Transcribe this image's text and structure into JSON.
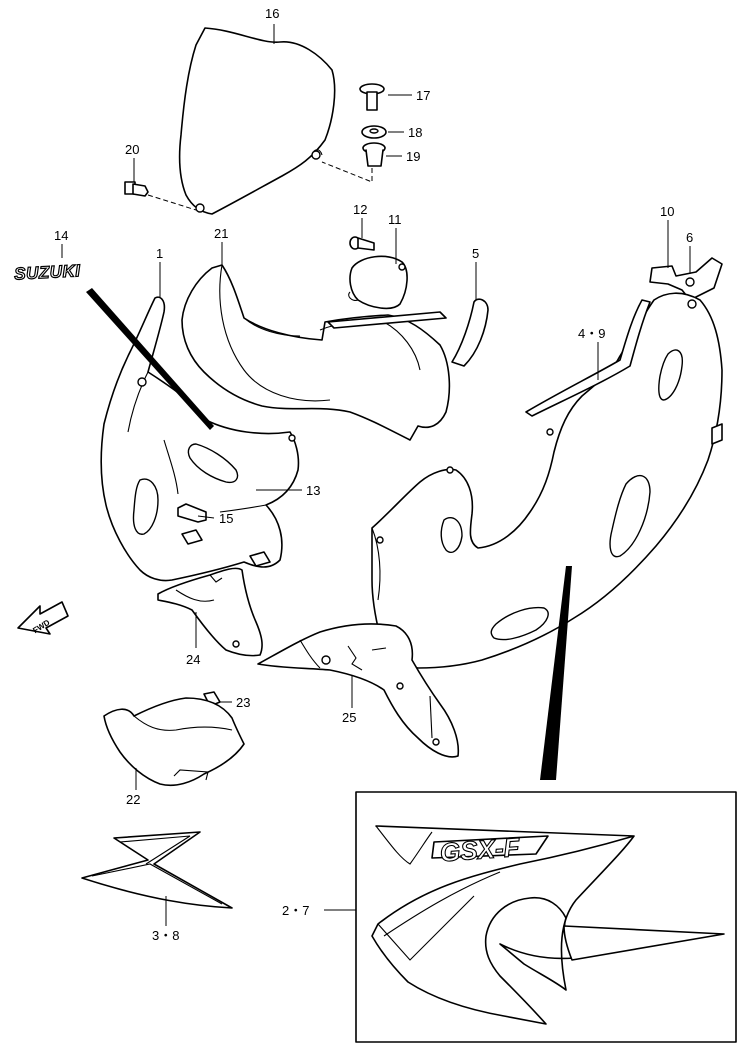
{
  "callouts": {
    "c1": "1",
    "c2_7": "2・7",
    "c3_8": "3・8",
    "c4_9": "4・9",
    "c5": "5",
    "c6": "6",
    "c10": "10",
    "c11": "11",
    "c12": "12",
    "c13": "13",
    "c14": "14",
    "c15": "15",
    "c16": "16",
    "c17": "17",
    "c18": "18",
    "c19": "19",
    "c20": "20",
    "c21": "21",
    "c22": "22",
    "c23": "23",
    "c24": "24",
    "c25": "25"
  },
  "decals": {
    "suzuki_emblem": "SUZUKI",
    "gsx_logo": "GSX-F"
  },
  "direction_arrow": {
    "label": "FWD"
  }
}
